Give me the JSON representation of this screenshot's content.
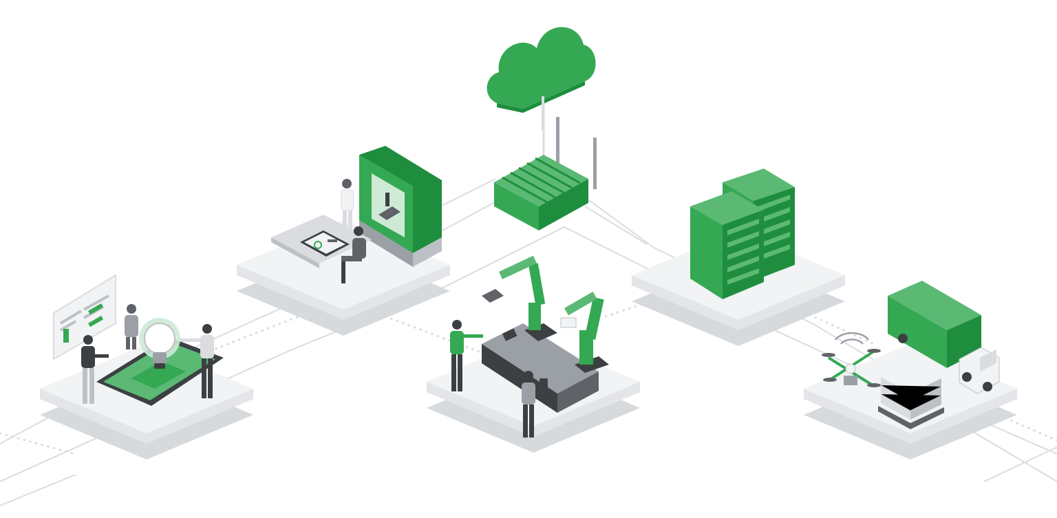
{
  "colors": {
    "accent_green": "#1e8e3e",
    "mid_green": "#34a853",
    "light_green": "#5bb974",
    "pale_green": "#ceead6",
    "platform_top": "#f1f3f4",
    "platform_side": "#e3e5e8",
    "platform_shadow": "#d7dadd",
    "figure_dark": "#3c4043",
    "figure_mid": "#5f6368",
    "figure_light": "#bdc1c6",
    "line_gray": "#dadce0"
  },
  "nodes": [
    {
      "id": "design",
      "icon": "lightbulb-tablet-icon"
    },
    {
      "id": "prototyping",
      "icon": "3d-printer-icon"
    },
    {
      "id": "cloud",
      "icon": "cloud-icon"
    },
    {
      "id": "edge",
      "icon": "edge-gateway-icon"
    },
    {
      "id": "manufacturing",
      "icon": "robotic-arm-icon"
    },
    {
      "id": "datacenter",
      "icon": "server-rack-icon"
    },
    {
      "id": "logistics",
      "icon": "delivery-truck-icon"
    }
  ]
}
